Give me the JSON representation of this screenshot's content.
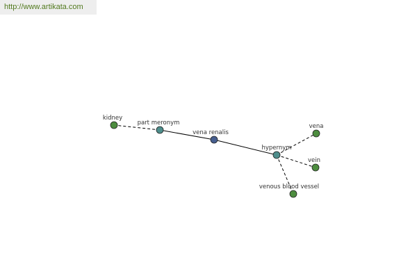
{
  "source_link": "http://www.artikata.com",
  "colors": {
    "focus_node": "#465e8f",
    "relation_node": "#4e8e8c",
    "term_node": "#4d8d3f",
    "edge": "#000000",
    "label": "#333333",
    "link_text": "#527a1f"
  },
  "diagram": {
    "focus": "vena renalis",
    "relations": [
      {
        "label": "part meronym",
        "terms": [
          "kidney"
        ]
      },
      {
        "label": "hypernym",
        "terms": [
          "vena",
          "vein",
          "venous blood vessel"
        ]
      }
    ]
  }
}
